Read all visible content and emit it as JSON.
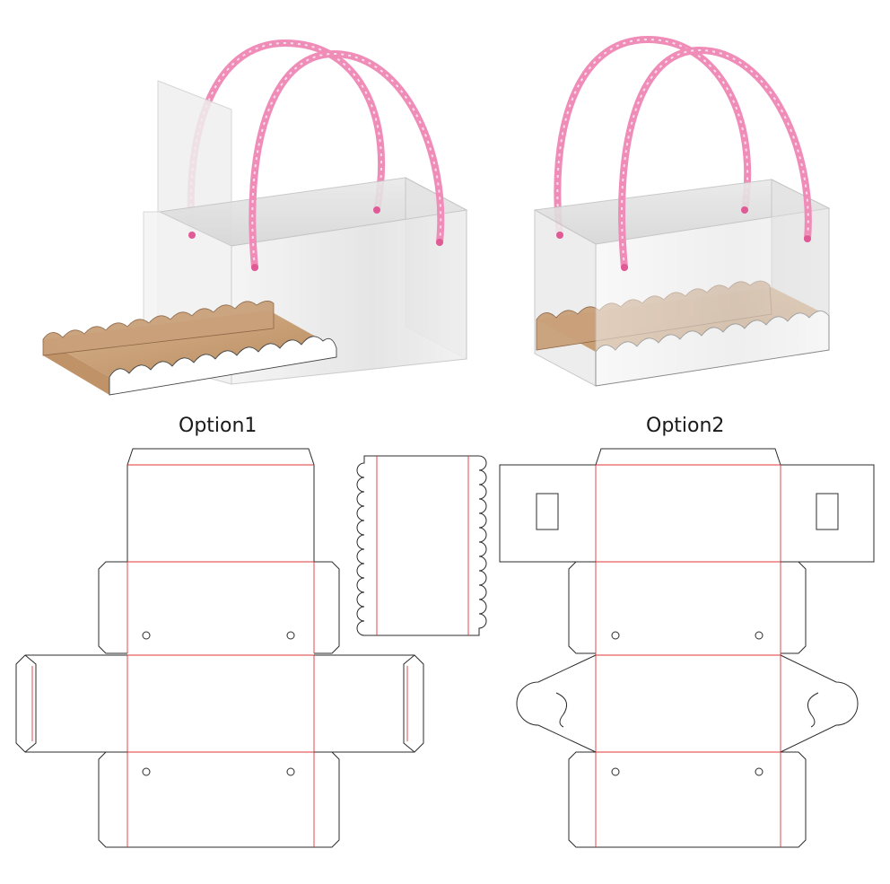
{
  "options": [
    {
      "id": "option1",
      "label": "Option1"
    },
    {
      "id": "option2",
      "label": "Option2"
    }
  ],
  "colors": {
    "cut_line": "#2b2b2b",
    "fold_line": "#e0343a",
    "handle_rope": "#f08cb8",
    "insert_tray": "#c9a07a",
    "clear_box": "#dcdcdc"
  }
}
